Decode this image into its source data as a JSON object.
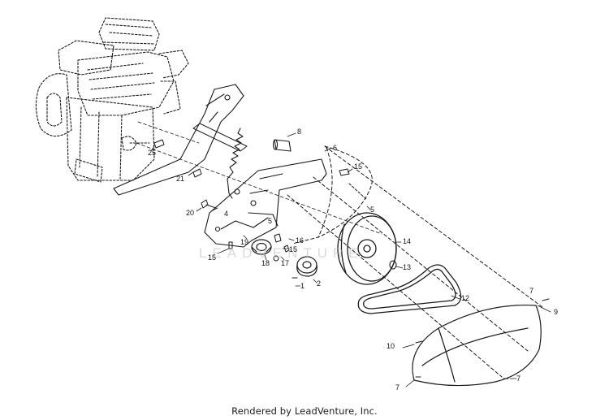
{
  "diagram": {
    "callouts": {
      "c1": "1",
      "c2": "2",
      "c4": "4",
      "c5a": "5",
      "c5b": "5",
      "c6": "6",
      "c7a": "7",
      "c7b": "7",
      "c7c": "7",
      "c8": "8",
      "c9": "9",
      "c10": "10",
      "c12": "12",
      "c13": "13",
      "c14": "14",
      "c15a": "15",
      "c15b": "15",
      "c15c": "15",
      "c16": "16",
      "c17": "17",
      "c18": "18",
      "c19": "19",
      "c20": "20",
      "c21": "21",
      "c25": "25"
    },
    "watermark": "LEADVENTURE",
    "footer": "Rendered by LeadVenture, Inc."
  }
}
